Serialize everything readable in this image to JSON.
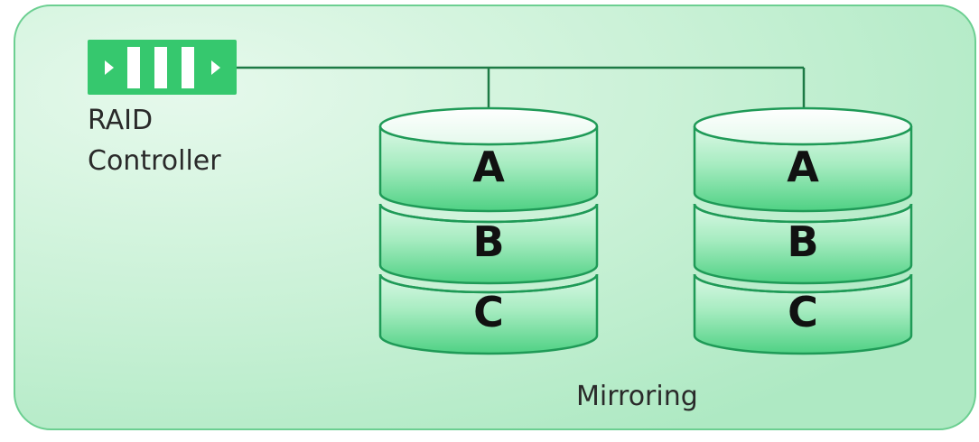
{
  "controller": {
    "label_line1": "RAID",
    "label_line2": "Controller",
    "icon": "raid-controller-icon"
  },
  "disks": [
    {
      "segments": [
        "A",
        "B",
        "C"
      ]
    },
    {
      "segments": [
        "A",
        "B",
        "C"
      ]
    }
  ],
  "caption": "Mirroring",
  "colors": {
    "panel": "#cdf3d9",
    "panel_border": "#58c381",
    "accent": "#36c86e",
    "segment_light": "#d4f7e0",
    "segment_mid": "#55d388",
    "line": "#1d7a45"
  }
}
